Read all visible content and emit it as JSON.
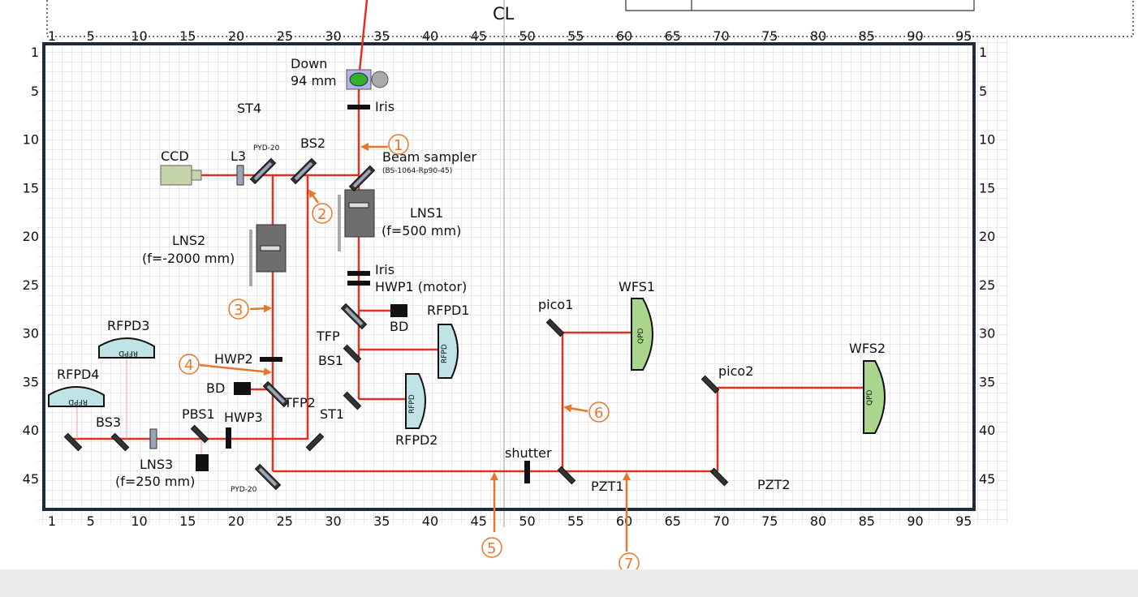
{
  "top_label": "CL",
  "axis": {
    "x_ticks": [
      "1",
      "5",
      "10",
      "15",
      "20",
      "25",
      "30",
      "35",
      "40",
      "45",
      "50",
      "55",
      "60",
      "65",
      "70",
      "75",
      "80",
      "85",
      "90",
      "95"
    ],
    "y_ticks": [
      "1",
      "5",
      "10",
      "15",
      "20",
      "25",
      "30",
      "35",
      "40",
      "45"
    ]
  },
  "labels": {
    "down": "Down",
    "down_mm": "94 mm",
    "iris_top": "Iris",
    "st4": "ST4",
    "ccd": "CCD",
    "l3": "L3",
    "pyd_top": "PYD-20",
    "bs2": "BS2",
    "beam_sampler": "Beam sampler",
    "beam_sampler_part": "(BS-1064-Rp90-45)",
    "lns1": "LNS1",
    "lns1_f": "(f=500 mm)",
    "lns2": "LNS2",
    "lns2_f": "(f=-2000 mm)",
    "iris_mid": "Iris",
    "hwp1": "HWP1 (motor)",
    "rfpd1": "RFPD1",
    "bd_right": "BD",
    "tfp": "TFP",
    "bs1": "BS1",
    "st1": "ST1",
    "rfpd2": "RFPD2",
    "rfpd3": "RFPD3",
    "rfpd4": "RFPD4",
    "hwp2": "HWP2",
    "bd_left": "BD",
    "tfp2": "TFP2",
    "bs3": "BS3",
    "pbs1": "PBS1",
    "hwp3": "HWP3",
    "lns3": "LNS3",
    "lns3_f": "(f=250 mm)",
    "pyd_bottom": "PYD-20",
    "shutter": "shutter",
    "pzt1": "PZT1",
    "pzt2": "PZT2",
    "pico1": "pico1",
    "pico2": "pico2",
    "wfs1": "WFS1",
    "wfs2": "WFS2",
    "qpd": "QPD",
    "rfpd_tag": "RFPD"
  },
  "markers": [
    "1",
    "2",
    "3",
    "4",
    "5",
    "6",
    "7"
  ],
  "colors": {
    "beam": "#e03020",
    "marker": "#e8772e",
    "grid": "#d0d0d0",
    "frame": "#1e2b3c",
    "qpd_fill": "#a9d58c",
    "rfpd_fill": "#bfe3e6"
  }
}
